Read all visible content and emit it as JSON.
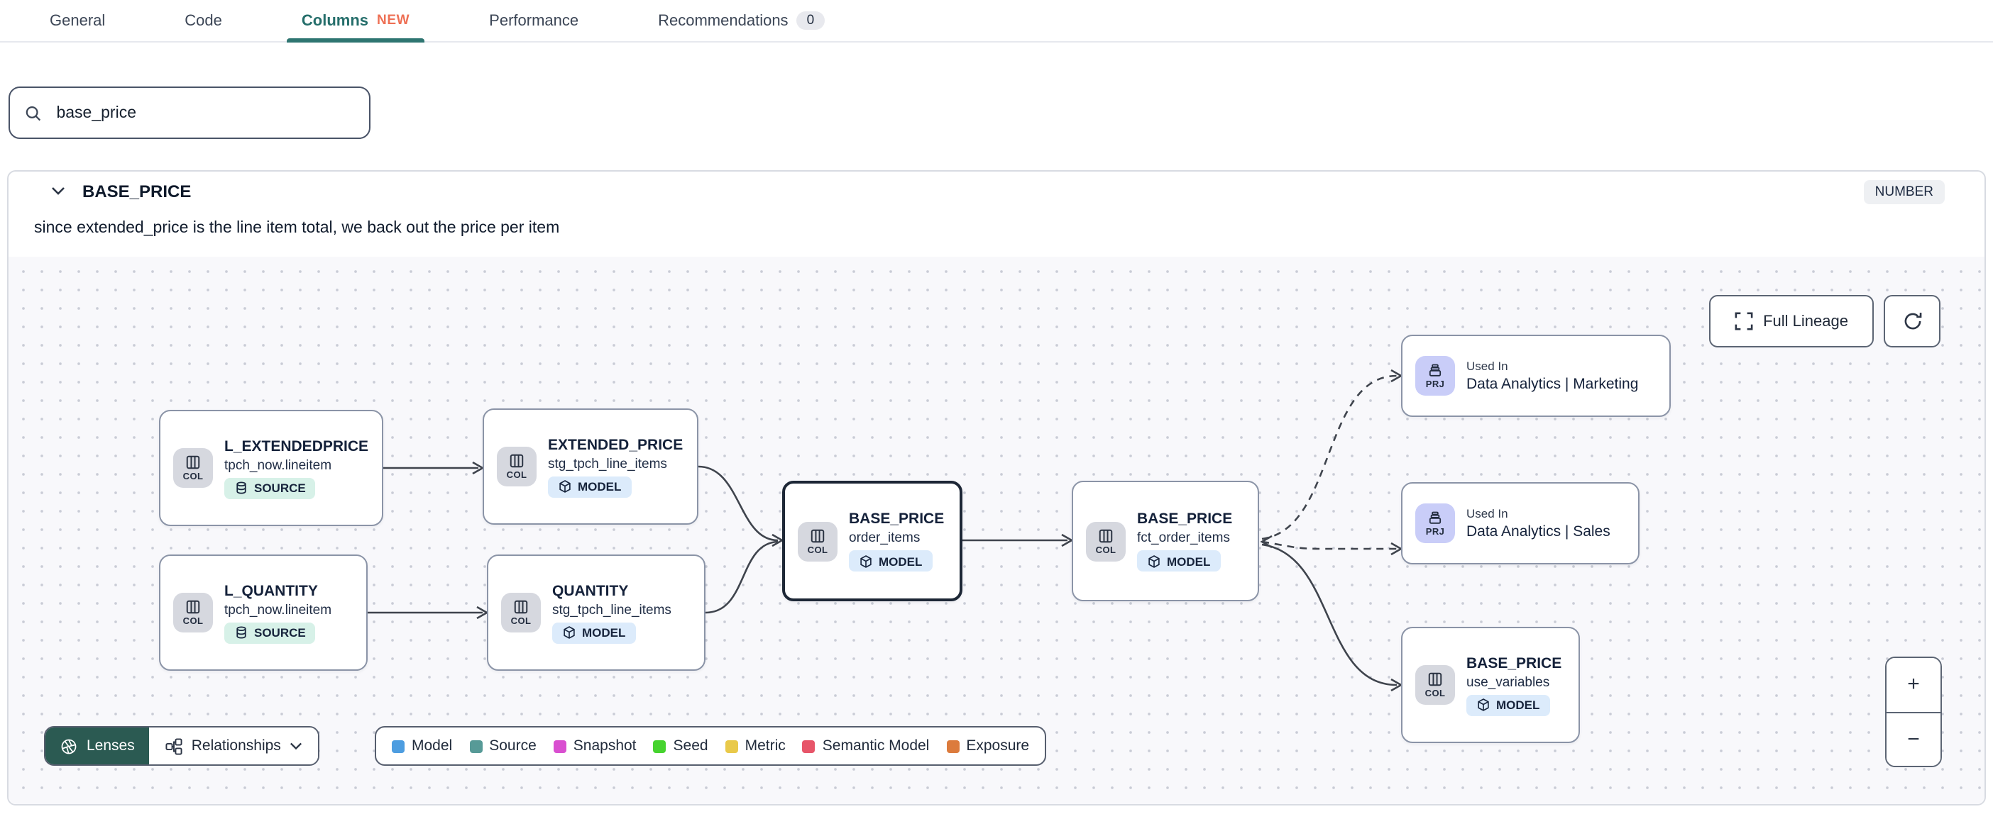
{
  "tabs": {
    "items": [
      {
        "label": "General"
      },
      {
        "label": "Code"
      },
      {
        "label": "Columns",
        "badge": "NEW"
      },
      {
        "label": "Performance"
      },
      {
        "label": "Recommendations",
        "count": "0"
      }
    ]
  },
  "search": {
    "value": "base_price"
  },
  "column": {
    "name": "BASE_PRICE",
    "type": "NUMBER",
    "description": "since extended_price is the line item total, we back out the price per item"
  },
  "lineage": {
    "full_lineage_label": "Full Lineage",
    "zoom_in": "+",
    "zoom_out": "−",
    "lenses_label": "Lenses",
    "relationships_label": "Relationships",
    "nodes": [
      {
        "chip": "COL",
        "name": "L_EXTENDEDPRICE",
        "table": "tpch_now.lineitem",
        "badge": "SOURCE"
      },
      {
        "chip": "COL",
        "name": "EXTENDED_PRICE",
        "table": "stg_tpch_line_items",
        "badge": "MODEL"
      },
      {
        "chip": "COL",
        "name": "L_QUANTITY",
        "table": "tpch_now.lineitem",
        "badge": "SOURCE"
      },
      {
        "chip": "COL",
        "name": "QUANTITY",
        "table": "stg_tpch_line_items",
        "badge": "MODEL"
      },
      {
        "chip": "COL",
        "name": "BASE_PRICE",
        "table": "order_items",
        "badge": "MODEL"
      },
      {
        "chip": "COL",
        "name": "BASE_PRICE",
        "table": "fct_order_items",
        "badge": "MODEL"
      },
      {
        "chip": "PRJ",
        "label": "Used In",
        "name": "Data Analytics | Marketing"
      },
      {
        "chip": "PRJ",
        "label": "Used In",
        "name": "Data Analytics | Sales"
      },
      {
        "chip": "COL",
        "name": "BASE_PRICE",
        "table": "use_variables",
        "badge": "MODEL"
      }
    ],
    "legend": {
      "items": [
        {
          "label": "Model",
          "color": "#4d9de0"
        },
        {
          "label": "Source",
          "color": "#579a97"
        },
        {
          "label": "Snapshot",
          "color": "#d94fd0"
        },
        {
          "label": "Seed",
          "color": "#46d32f"
        },
        {
          "label": "Metric",
          "color": "#e9c94a"
        },
        {
          "label": "Semantic Model",
          "color": "#e75569"
        },
        {
          "label": "Exposure",
          "color": "#dc7b3d"
        }
      ]
    }
  }
}
